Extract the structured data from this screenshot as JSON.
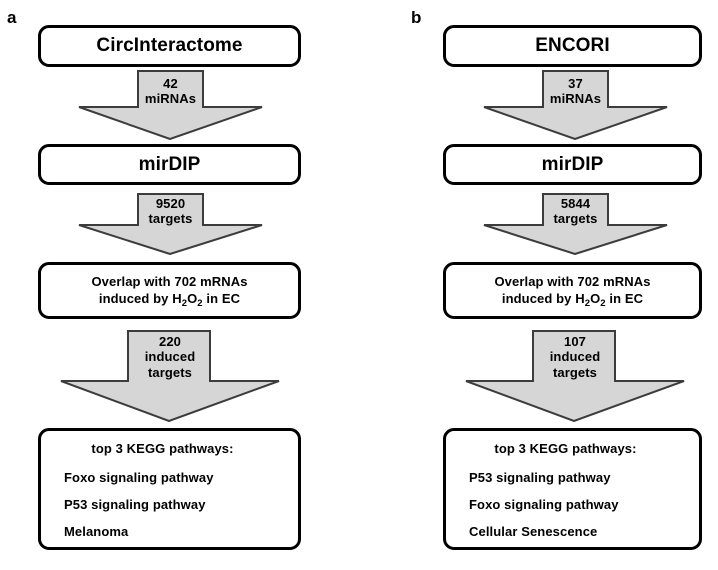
{
  "figure": {
    "type": "flowchart",
    "background": "#ffffff",
    "arrow_fill": "#d6d6d6",
    "arrow_stroke": "#3c3c3c",
    "box_stroke": "#000000"
  },
  "panels": [
    {
      "label": "a",
      "nodes": [
        {
          "name": "source-database",
          "title": "CircInteractome"
        },
        {
          "name": "prediction-tool",
          "title": "mirDIP"
        },
        {
          "name": "overlap-step",
          "line1": "Overlap with 702  mRNAs",
          "line2_pre": "induced by H",
          "line2_sub1": "2",
          "line2_mid": "O",
          "line2_sub2": "2",
          "line2_post": " in EC"
        },
        {
          "name": "kegg-results",
          "heading": "top 3 KEGG pathways:",
          "items": [
            "Foxo signaling pathway",
            "P53 signaling pathway",
            "Melanoma"
          ]
        }
      ],
      "arrows": [
        {
          "name": "arrow-mirnas",
          "lines": [
            "42",
            "miRNAs"
          ]
        },
        {
          "name": "arrow-targets",
          "lines": [
            "9520",
            "targets"
          ]
        },
        {
          "name": "arrow-induced-targets",
          "lines": [
            "220",
            "induced",
            "targets"
          ]
        }
      ]
    },
    {
      "label": "b",
      "nodes": [
        {
          "name": "source-database",
          "title": "ENCORI"
        },
        {
          "name": "prediction-tool",
          "title": "mirDIP"
        },
        {
          "name": "overlap-step",
          "line1": "Overlap with 702  mRNAs",
          "line2_pre": "induced by H",
          "line2_sub1": "2",
          "line2_mid": "O",
          "line2_sub2": "2",
          "line2_post": " in EC"
        },
        {
          "name": "kegg-results",
          "heading": "top 3 KEGG pathways:",
          "items": [
            "P53 signaling pathway",
            "Foxo signaling pathway",
            "Cellular Senescence"
          ]
        }
      ],
      "arrows": [
        {
          "name": "arrow-mirnas",
          "lines": [
            "37",
            "miRNAs"
          ]
        },
        {
          "name": "arrow-targets",
          "lines": [
            "5844",
            "targets"
          ]
        },
        {
          "name": "arrow-induced-targets",
          "lines": [
            "107",
            "induced",
            "targets"
          ]
        }
      ]
    }
  ]
}
